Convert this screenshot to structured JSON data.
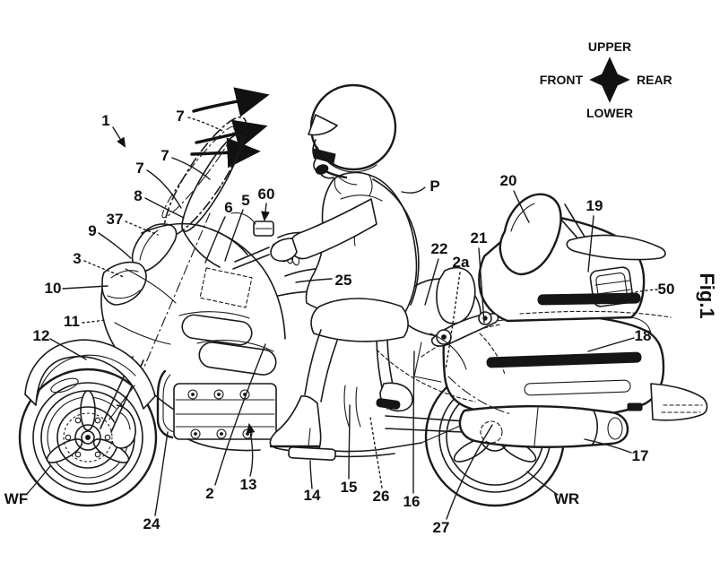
{
  "colors": {
    "ink": "#1a1a1a",
    "background": "#ffffff"
  },
  "figure": {
    "caption": "Fig.1"
  },
  "compass": {
    "upper": "UPPER",
    "lower": "LOWER",
    "front": "FRONT",
    "rear": "REAR"
  },
  "ref_labels": {
    "n1": "1",
    "n7a": "7",
    "n7b": "7",
    "n7c": "7",
    "n8": "8",
    "n37": "37",
    "n9": "9",
    "n3": "3",
    "n10": "10",
    "n11": "11",
    "n12": "12",
    "wf": "WF",
    "n24": "24",
    "n2": "2",
    "n13": "13",
    "n14": "14",
    "n15": "15",
    "n26": "26",
    "n16": "16",
    "n27": "27",
    "wr": "WR",
    "n17": "17",
    "n18": "18",
    "n50": "50",
    "n19": "19",
    "n20": "20",
    "n21": "21",
    "n22": "22",
    "n2a": "2a",
    "n25": "25",
    "p": "P",
    "n6": "6",
    "n5": "5",
    "n60": "60"
  }
}
